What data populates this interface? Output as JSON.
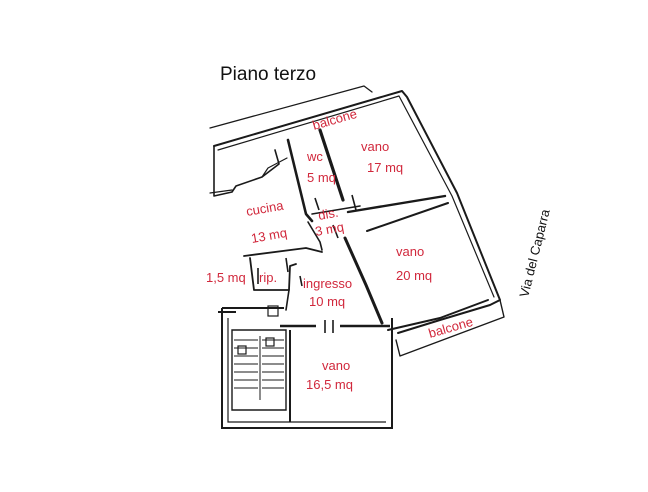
{
  "title": "Piano terzo",
  "street": "Via del Caparra",
  "rooms": {
    "balcone_top": "balcone",
    "wc": [
      "wc",
      "5 mq"
    ],
    "vano17": [
      "vano",
      "17 mq"
    ],
    "cucina": [
      "cucina",
      "13 mq"
    ],
    "dis": [
      "dis.",
      "3 mq"
    ],
    "vano20": [
      "vano",
      "20 mq"
    ],
    "rip_area": "1,5 mq",
    "rip": "rip.",
    "ingresso": [
      "ingresso",
      "10 mq"
    ],
    "balcone_right": "balcone",
    "vano16": [
      "vano",
      "16,5 mq"
    ]
  }
}
